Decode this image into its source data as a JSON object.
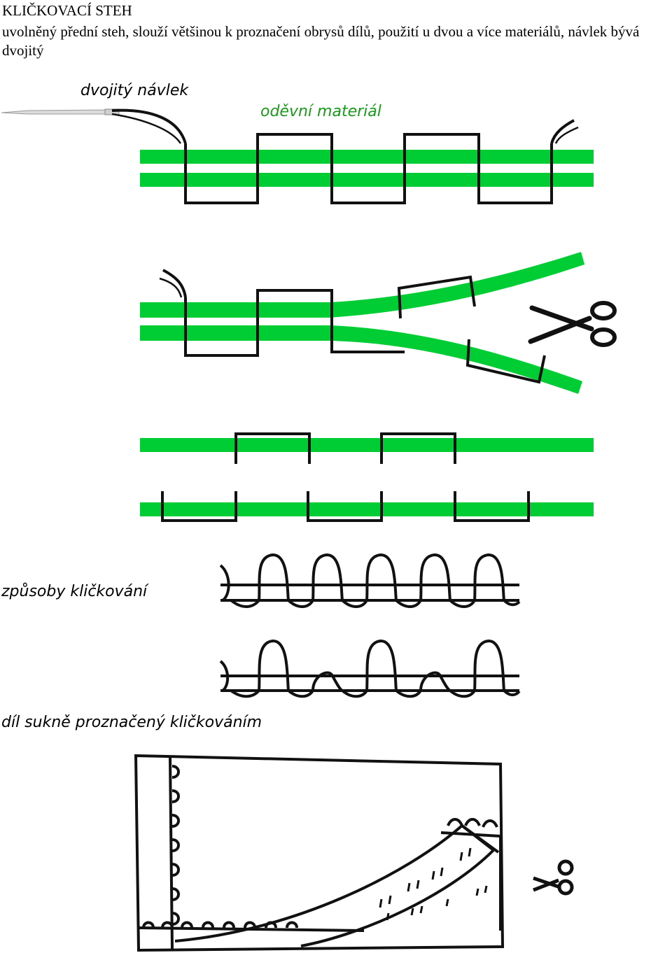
{
  "header": {
    "title": "KLIČKOVACÍ STEH",
    "description": "uvolněný přední steh, slouží většinou k proznačení obrysů dílů, použití u dvou a více materiálů, návlek bývá dvojitý"
  },
  "labels": {
    "double_thread": "dvojitý návlek",
    "fabric": "oděvní materiál",
    "methods": "způsoby kličkování",
    "skirt_piece": "díl sukně proznačený kličkováním"
  },
  "colors": {
    "fabric": "#00cc33",
    "stitch": "#111111"
  },
  "icons": [
    "needle-icon",
    "scissors-icon"
  ]
}
